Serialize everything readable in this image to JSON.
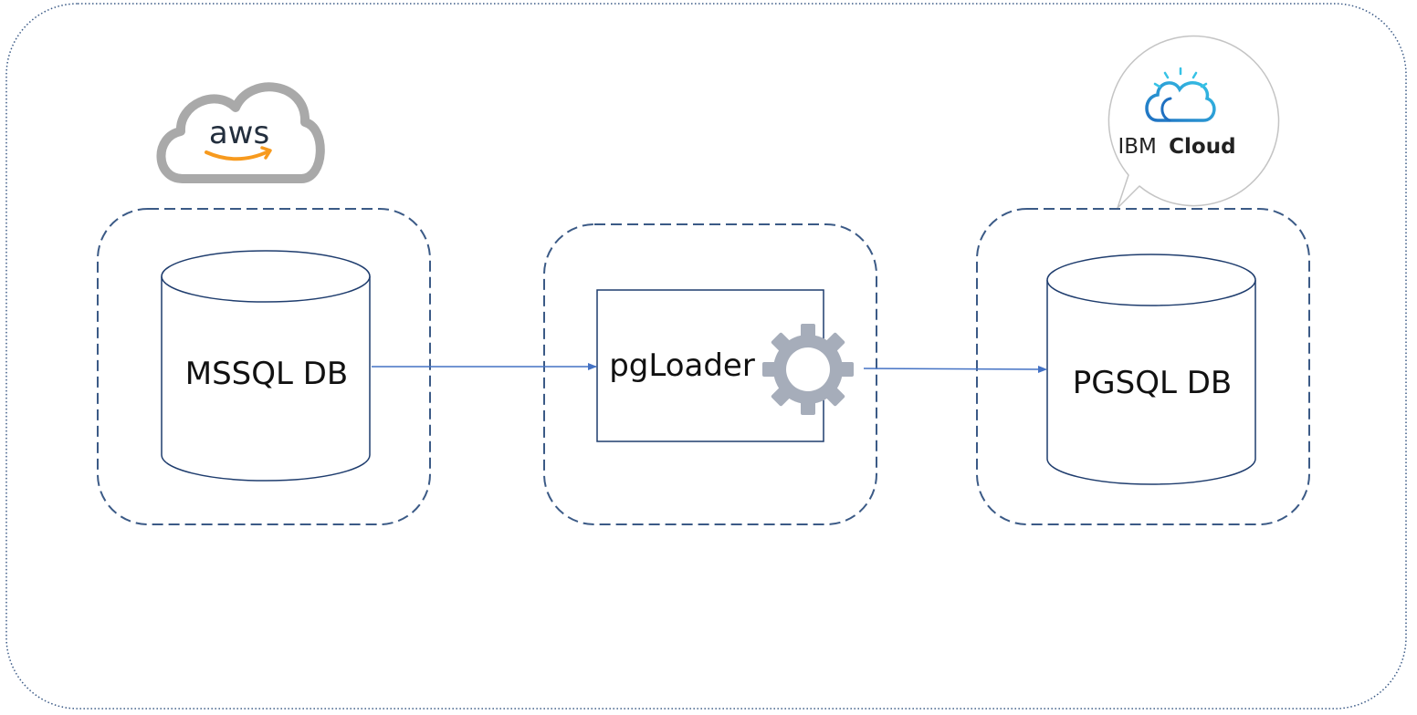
{
  "diagram": {
    "source_db": {
      "label": "MSSQL DB"
    },
    "tool": {
      "label": "pgLoader"
    },
    "target_db": {
      "label": "PGSQL DB"
    },
    "aws_logo": {
      "text": "aws",
      "icon": "aws-cloud-icon"
    },
    "ibm_logo": {
      "text_plain": "IBM",
      "text_bold": "Cloud",
      "icon": "ibm-cloud-icon"
    }
  },
  "colors": {
    "stroke": "#3b5a86",
    "arrow": "#4472c4",
    "gear": "#a6adba",
    "aws_cloud": "#a9a9a9",
    "aws_text": "#232f3e",
    "aws_smile": "#f79a1e",
    "ibm_blue": "#1f70c1",
    "ibm_cyan": "#36c2e6"
  }
}
